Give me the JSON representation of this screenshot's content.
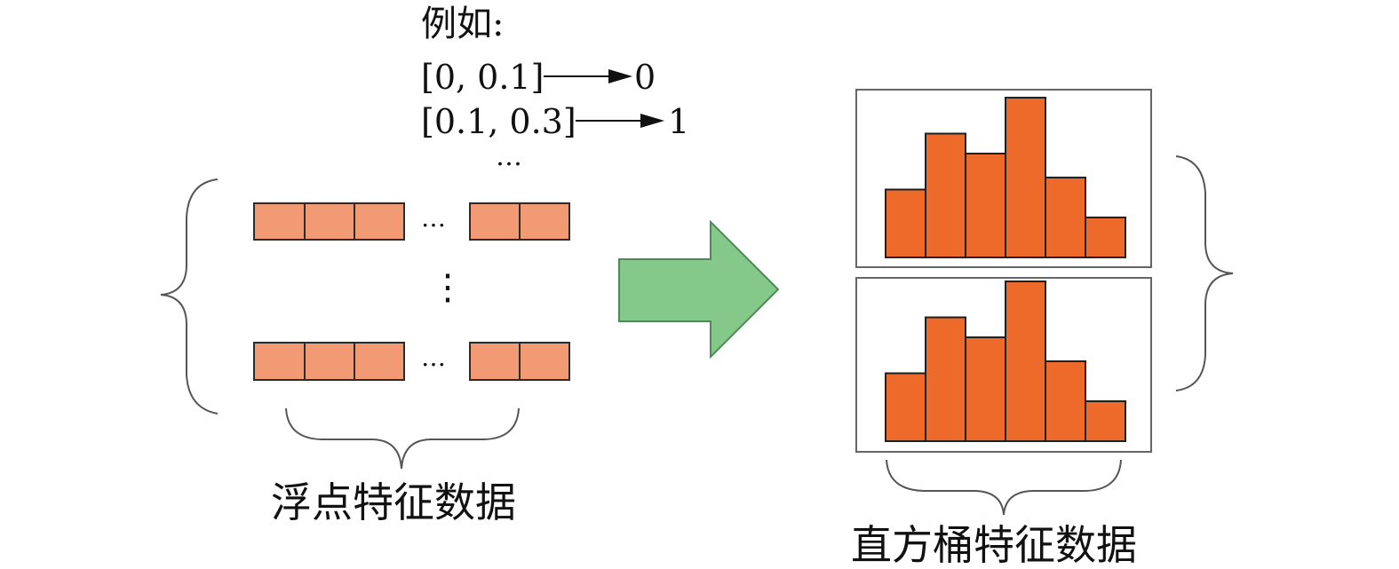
{
  "example": {
    "heading": "例如:",
    "rules": [
      {
        "range": "[0, 0.1]",
        "bucket": "0"
      },
      {
        "range": "[0.1, 0.3]",
        "bucket": "1"
      }
    ],
    "more": "…"
  },
  "float_features": {
    "label": "浮点特征数据",
    "ellipsis_horizontal": "…",
    "ellipsis_vertical": "⋮"
  },
  "bucket_features": {
    "label": "直方桶特征数据",
    "histograms": [
      {
        "values": [
          3.4,
          6.2,
          5.2,
          8.0,
          4.0,
          2.0
        ]
      },
      {
        "values": [
          3.4,
          6.2,
          5.2,
          8.0,
          4.0,
          2.0
        ]
      }
    ]
  },
  "colors": {
    "cell_fill": "#F29A74",
    "bar_fill": "#EE6A2A",
    "arrow_fill": "#84C98A",
    "arrow_stroke": "#4E8A56"
  }
}
